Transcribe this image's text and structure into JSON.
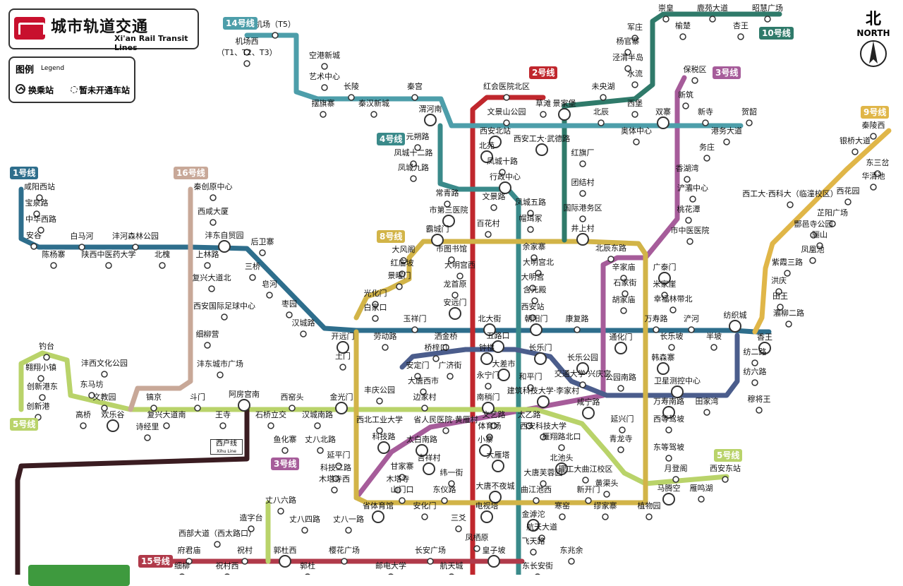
{
  "title": {
    "cn": "城市轨道交通",
    "en": "Xi'an Rail Transit Lines"
  },
  "legend": {
    "title": "图例",
    "subtitle": "Legend",
    "transfer": "换乘站",
    "not_open": "暂未开通车站"
  },
  "north": {
    "cn": "北",
    "en": "NORTH"
  },
  "xihu": {
    "cn": "西户线",
    "en": "Xihu Line"
  },
  "colors": {
    "l1": "#2e6e8c",
    "l2": "#c0272d",
    "l3": "#a65c9a",
    "l4": "#3a8a8a",
    "l5": "#b9d36a",
    "l6": "#4b5d8c",
    "l8": "#d2b448",
    "l9": "#e0b648",
    "l10": "#2f7a6a",
    "l14": "#4d9eaa",
    "l16": "#c8a898",
    "xihu": "#3a1c21",
    "l15": "#b03a4a"
  },
  "line_tags": [
    {
      "text": "14号线",
      "color": "#4d9eaa"
    },
    {
      "text": "10号线",
      "color": "#2f7a6a"
    },
    {
      "text": "2号线",
      "color": "#c0272d"
    },
    {
      "text": "3号线",
      "color": "#a65c9a"
    },
    {
      "text": "4号线",
      "color": "#3a8a8a"
    },
    {
      "text": "9号线",
      "color": "#e0b648"
    },
    {
      "text": "1号线",
      "color": "#2e6e8c"
    },
    {
      "text": "16号线",
      "color": "#c8a898"
    },
    {
      "text": "8号线",
      "color": "#d2b448"
    },
    {
      "text": "5号线",
      "color": "#b9d36a"
    },
    {
      "text": "3号线",
      "color": "#a65c9a"
    },
    {
      "text": "5号线",
      "color": "#b9d36a"
    },
    {
      "text": "15号线",
      "color": "#b03a4a"
    }
  ],
  "stations": [
    "机场（T5）",
    "机场西",
    "（T1、T2、T3）",
    "空港新城",
    "艺术中心",
    "长陵",
    "秦宫",
    "摆旗寨",
    "秦汉新城",
    "渭河南",
    "崇皇",
    "鹿苑大道",
    "昭慧广场",
    "军庄",
    "榆楚",
    "杏王",
    "杨官寨",
    "泾渭半岛",
    "水流",
    "未央湖",
    "西堡",
    "景家堡",
    "草滩",
    "红会医院北区",
    "文景山公园",
    "北辰",
    "奥体中心",
    "双寨",
    "保税区",
    "新筑",
    "新寺",
    "港务大道",
    "贺韶",
    "西安北站",
    "北苑",
    "凤城十路",
    "西安工大·武德路",
    "元朔路",
    "凤城十二路",
    "凤城九路",
    "红旗厂",
    "团结村",
    "国际港务区",
    "务庄",
    "香湖湾",
    "浐灞中心",
    "桃花潭",
    "市中医医院",
    "行政中心",
    "文景路",
    "常青路",
    "凤城五路",
    "市第三医院",
    "百花村",
    "帽珥冢",
    "井上村",
    "北辰东路",
    "秦陵西",
    "银桥大道",
    "东三岔",
    "华清池",
    "西工大·西科大（临潼校区）",
    "西花园",
    "芷阳广场",
    "骊山",
    "酆邑寺公园",
    "凤凰池",
    "紫霞三路",
    "洪庆",
    "田王",
    "灞柳二路",
    "香王",
    "咸阳西站",
    "宝泉路",
    "中华西路",
    "安谷",
    "陈杨寨",
    "白马河",
    "沣河森林公园",
    "陕西中医药大学",
    "北槐",
    "沣东自贸园",
    "上林路",
    "后卫寨",
    "秦创原中心",
    "西咸大厦",
    "复兴大道北",
    "西安国际足球中心",
    "细柳营",
    "沣东城市广场",
    "霸城门",
    "市图书馆",
    "大风阁",
    "红庙坡",
    "大明宫西",
    "景曜门",
    "龙首原",
    "安远门",
    "光化门",
    "白家口",
    "余家寨",
    "大明宫北",
    "大明宫",
    "含元殿",
    "西安站",
    "辛家庙",
    "石家街",
    "胡家庙",
    "广泰门",
    "米家崖",
    "幸福林带北",
    "三桥",
    "皂河",
    "枣园",
    "汉城路",
    "开远门",
    "劳动路",
    "玉祥门",
    "洒金桥",
    "北大街",
    "五路口",
    "朝阳门",
    "康复路",
    "长乐坡",
    "浐河",
    "半坡",
    "纺织城",
    "通化门",
    "万寿路",
    "土门",
    "桥梓口",
    "安定门",
    "广济街",
    "大差市",
    "钟楼",
    "永宁门",
    "长乐门",
    "长乐公园",
    "交通大学·兴庆宫",
    "公园南路",
    "卫星测控中心",
    "万寿南路",
    "田家湾",
    "纺二路",
    "纺六路",
    "韩森寨",
    "穆将王",
    "钓台",
    "沣西文化公园",
    "翱翔小镇",
    "东马坊",
    "创新港东",
    "创新港",
    "文教园",
    "高桥",
    "欢乐谷",
    "诗经里",
    "镐京",
    "复兴大道南",
    "斗门",
    "王寺",
    "阿房宫南",
    "石桥立交",
    "西窑头",
    "汉城南路",
    "金光门",
    "丰庆公园",
    "西北工业大学",
    "大唐西市",
    "边家村",
    "省人民医院·黄雁村",
    "南稍门",
    "文艺路",
    "建筑科技大学·李家村",
    "和平门",
    "体育场",
    "咸宁路",
    "太乙路",
    "西安科技大学",
    "延兴门",
    "西等驾坡",
    "东等驾坡",
    "青龙寺",
    "雁翔路北口",
    "北池头",
    "理工大曲江校区",
    "黄渠头",
    "月登阁",
    "西安东站",
    "马腾空",
    "雁鸣湖",
    "植物园",
    "鱼化寨",
    "丈八北路",
    "延平门",
    "科技二路",
    "木塔寺西",
    "科技路",
    "太白南路",
    "吉祥村",
    "甘家寨",
    "木塔寺",
    "小寨",
    "大雁塔",
    "大唐芙蓉园",
    "纬一街",
    "大唐不夜城",
    "曲江池西",
    "新开门",
    "缪家寨",
    "东仪路",
    "山门口",
    "省体育馆",
    "安化门",
    "电视塔",
    "金滹沱",
    "寒窑",
    "丈八六路",
    "造字台",
    "丈八四路",
    "丈八一路",
    "西部大道（西太路口）",
    "三爻",
    "航天大道",
    "凤栖原",
    "飞天路",
    "府君庙",
    "祝村",
    "郭杜西",
    "樱花广场",
    "长安广场",
    "皇子坡",
    "东兆余",
    "细柳",
    "祝村西",
    "郭杜",
    "邮电大学",
    "航天城",
    "东长安街"
  ]
}
